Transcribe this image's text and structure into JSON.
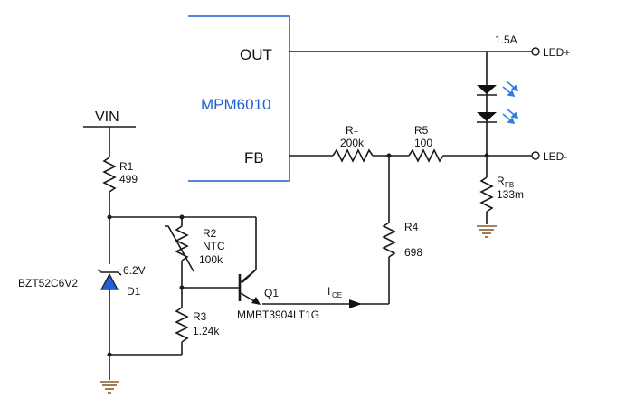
{
  "chip": {
    "name": "MPM6010",
    "pin_out": "OUT",
    "pin_fb": "FB"
  },
  "supply": {
    "label": "VIN"
  },
  "outputs": {
    "current": "1.5A",
    "led_plus": "LED+",
    "led_minus": "LED-"
  },
  "components": {
    "r1": {
      "ref": "R1",
      "value": "499"
    },
    "rt": {
      "ref": "R",
      "sub": "T",
      "value": "200k"
    },
    "r5": {
      "ref": "R5",
      "value": "100"
    },
    "rfb": {
      "ref": "R",
      "sub": "FB",
      "value": "133m"
    },
    "r4": {
      "ref": "R4",
      "value": "698"
    },
    "r2": {
      "ref": "R2",
      "type": "NTC",
      "value": "100k"
    },
    "r3": {
      "ref": "R3",
      "value": "1.24k"
    },
    "d1": {
      "part": "BZT52C6V2",
      "voltage": "6.2V",
      "ref": "D1"
    },
    "q1": {
      "ref": "Q1",
      "part": "MMBT3904LT1G"
    },
    "ice": {
      "main": "I",
      "sub": "CE"
    }
  },
  "colors": {
    "wire": "#1a1a1a",
    "chip_outline": "#1f5fd1",
    "led_rays": "#2f7de0"
  }
}
